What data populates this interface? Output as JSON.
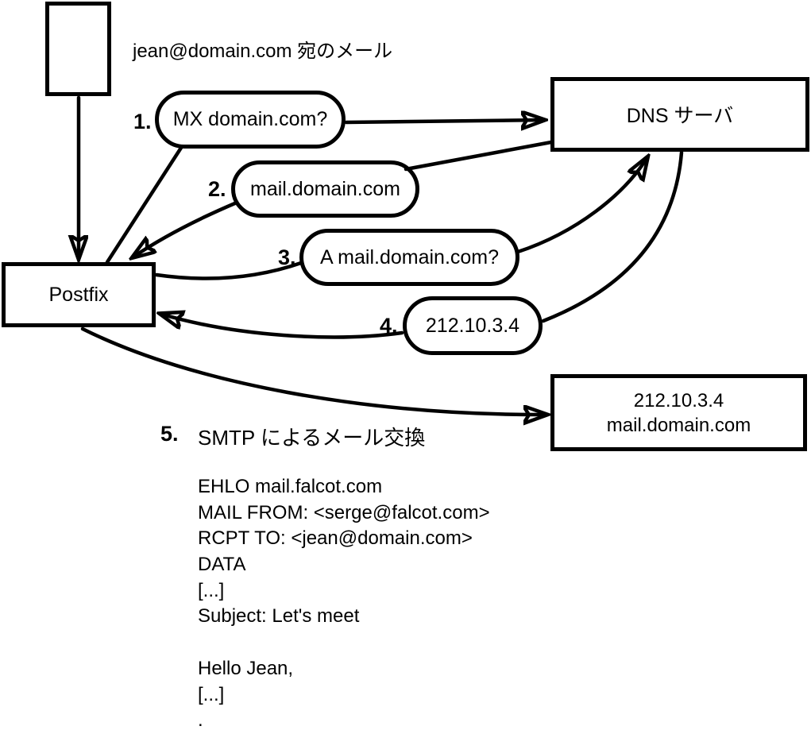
{
  "colors": {
    "ink": "#000000",
    "paper": "#ffffff"
  },
  "header": {
    "mail_label": "jean@domain.com 宛のメール"
  },
  "nodes": {
    "sender": {
      "label": ""
    },
    "postfix": {
      "label": "Postfix"
    },
    "dns": {
      "label": "DNS サーバ"
    },
    "mailserver": {
      "line1": "212.10.3.4",
      "line2": "mail.domain.com"
    }
  },
  "steps": [
    {
      "num": "1.",
      "label": "MX domain.com?"
    },
    {
      "num": "2.",
      "label": "mail.domain.com"
    },
    {
      "num": "3.",
      "label": "A mail.domain.com?"
    },
    {
      "num": "4.",
      "label": "212.10.3.4"
    },
    {
      "num": "5.",
      "label": "SMTP によるメール交換"
    }
  ],
  "smtp_session": {
    "lines": [
      "EHLO mail.falcot.com",
      "MAIL FROM: <serge@falcot.com>",
      "RCPT TO: <jean@domain.com>",
      "DATA",
      "[...]",
      "Subject: Let's meet",
      "",
      "Hello Jean,",
      "[...]",
      "."
    ]
  }
}
